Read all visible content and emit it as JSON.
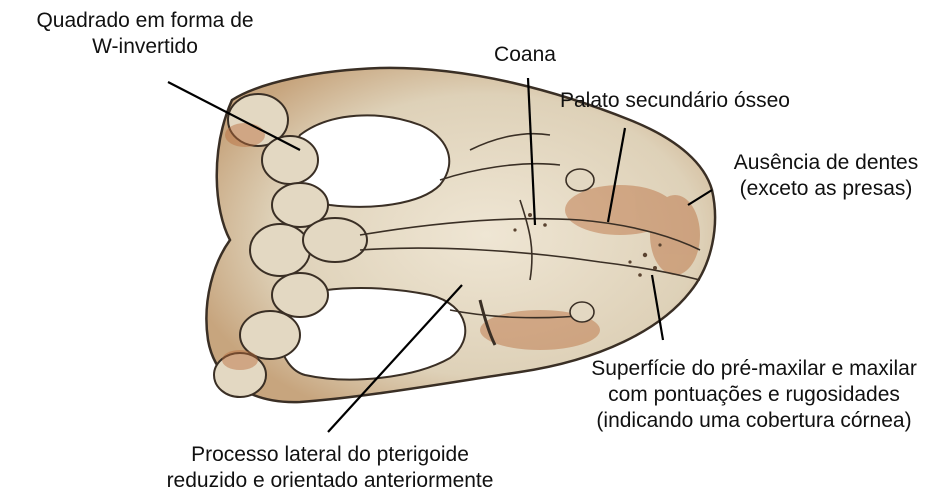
{
  "labels": {
    "quadrado": {
      "line1": "Quadrado em forma de",
      "line2": "W-invertido"
    },
    "coana": {
      "text": "Coana"
    },
    "palato": {
      "text": "Palato secundário ósseo"
    },
    "ausencia": {
      "line1": "Ausência de dentes",
      "line2": "(exceto as presas)"
    },
    "superficie": {
      "line1": "Superfície do pré-maxilar e maxilar",
      "line2": "com pontuações e rugosidades",
      "line3": "(indicando uma cobertura córnea)"
    },
    "processo": {
      "line1": "Processo lateral do pterigoide",
      "line2": "reduzido e orientado anteriormente"
    }
  },
  "colors": {
    "bone": "#e6dcc8",
    "bone_shadow": "#b08a5a",
    "rust": "#b86a3a",
    "outline": "#3a2f25",
    "leader": "#000000"
  }
}
